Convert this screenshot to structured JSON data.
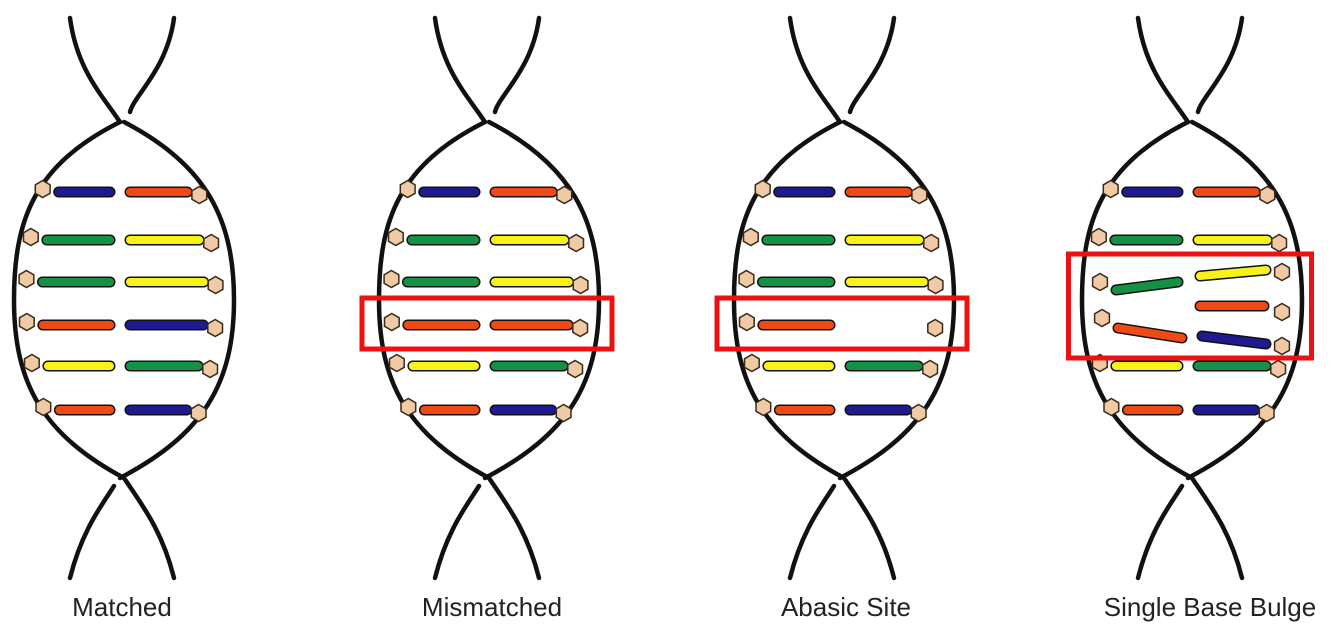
{
  "colors": {
    "strand": "#111111",
    "sugar": "#f0c9a5",
    "highlight": "#ee1111",
    "bases": {
      "blue": "#1f1a8f",
      "orange": "#ef4a14",
      "green": "#139144",
      "yellow": "#f7f318"
    }
  },
  "diagrams": [
    {
      "caption": "Matched",
      "pairs": [
        [
          "blue",
          "orange"
        ],
        [
          "green",
          "yellow"
        ],
        [
          "green",
          "yellow"
        ],
        [
          "orange",
          "blue"
        ],
        [
          "yellow",
          "green"
        ],
        [
          "orange",
          "blue"
        ]
      ]
    },
    {
      "caption": "Mismatched",
      "pairs": [
        [
          "blue",
          "orange"
        ],
        [
          "green",
          "yellow"
        ],
        [
          "green",
          "yellow"
        ],
        [
          "orange",
          "orange"
        ],
        [
          "yellow",
          "green"
        ],
        [
          "orange",
          "blue"
        ]
      ],
      "highlighted_pair": 4
    },
    {
      "caption": "Abasic Site",
      "pairs": [
        [
          "blue",
          "orange"
        ],
        [
          "green",
          "yellow"
        ],
        [
          "green",
          "yellow"
        ],
        [
          "orange",
          null
        ],
        [
          "yellow",
          "green"
        ],
        [
          "orange",
          "blue"
        ]
      ],
      "highlighted_pair": 4
    },
    {
      "caption": "Single Base Bulge",
      "pairs": [
        [
          "blue",
          "orange"
        ],
        [
          "green",
          "yellow"
        ],
        [
          "green",
          "yellow"
        ],
        [
          "orange",
          "blue"
        ],
        [
          "yellow",
          "green"
        ],
        [
          "orange",
          "blue"
        ]
      ],
      "extra_base": "orange"
    }
  ]
}
